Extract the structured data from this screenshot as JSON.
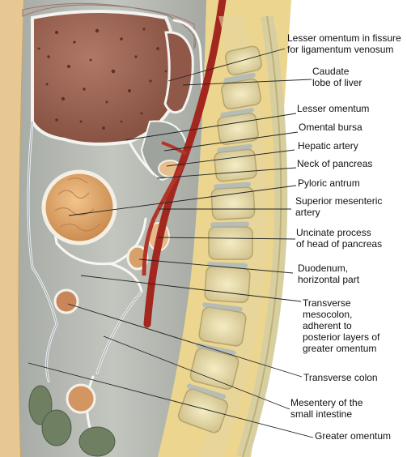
{
  "labels": [
    "Lesser omentum in fissure\nfor ligamentum venosum",
    "Caudate\nlobe of liver",
    "Lesser omentum",
    "Omental bursa",
    "Hepatic artery",
    "Neck of pancreas",
    "Pyloric antrum",
    "Superior mesenteric\nartery",
    "Uncinate process\nof  head of pancreas",
    "Duodenum,\nhorizontal part",
    "Transverse\nmesocolon,\nadherent to\nposterior  layers of\ngreater omentum",
    "Transverse colon",
    "Mesentery of the\nsmall intestine",
    "Greater omentum"
  ]
}
